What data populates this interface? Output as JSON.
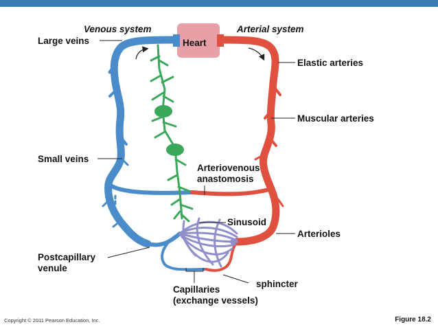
{
  "labels": {
    "venous_system": "Venous system",
    "arterial_system": "Arterial system",
    "heart": "Heart",
    "large_veins": "Large veins",
    "elastic_arteries": "Elastic arteries",
    "muscular_arteries": "Muscular arteries",
    "small_veins": "Small veins",
    "arteriovenous_line1": "Arteriovenous",
    "arteriovenous_line2": "anastomosis",
    "sinusoid": "Sinusoid",
    "arterioles": "Arterioles",
    "postcapillary_line1": "Postcapillary",
    "postcapillary_line2": "venule",
    "capillaries_line1": "Capillaries",
    "capillaries_line2": "(exchange vessels)",
    "sphincter": "sphincter"
  },
  "footer": {
    "copyright": "Copyright © 2011 Pearson Education, Inc.",
    "figure": "Figure 18.2"
  },
  "colors": {
    "vein": "#4a8bc9",
    "artery": "#e0503f",
    "capillary": "#8f8fcc",
    "lymph": "#3aa85a",
    "heart": "#e8a0a8",
    "header_bar": "#3b7ab2"
  }
}
